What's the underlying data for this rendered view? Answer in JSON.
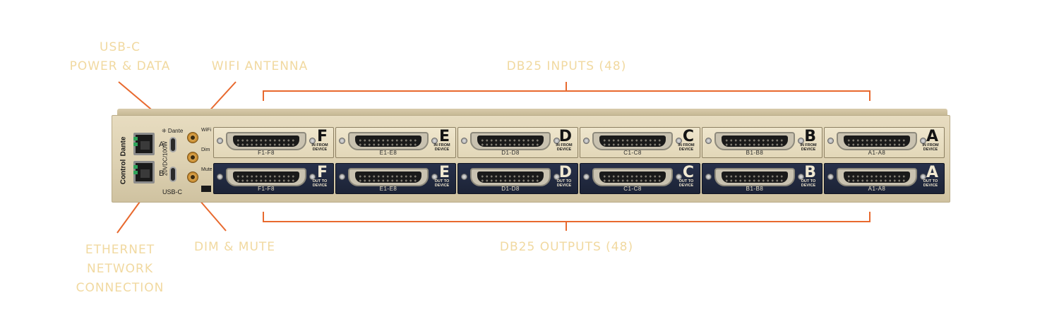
{
  "callouts": {
    "usbc_line1": "USB-C",
    "usbc_line2": "POWER & DATA",
    "wifi": "WIFI ANTENNA",
    "inputs": "DB25 INPUTS (48)",
    "outputs": "DB25 OUTPUTS (48)",
    "dim_mute": "DIM & MUTE",
    "ethernet_line1": "ETHERNET",
    "ethernet_line2": "NETWORK",
    "ethernet_line3": "CONNECTION"
  },
  "panel": {
    "dante_logo": "⁜ Dante",
    "dante_port": "Dante",
    "control_port": "Control",
    "usb_a": "A",
    "usb_b": "B",
    "power_spec": "20VDC/100W",
    "usb_label": "USB-C",
    "wifi_label": "WiFi",
    "dim_label": "Dim",
    "mute_label": "Mute"
  },
  "inputs": [
    {
      "letter": "F",
      "range": "F1-F8",
      "line1": "IN FROM",
      "line2": "DEVICE"
    },
    {
      "letter": "E",
      "range": "E1-E8",
      "line1": "IN FROM",
      "line2": "DEVICE"
    },
    {
      "letter": "D",
      "range": "D1-D8",
      "line1": "IN FROM",
      "line2": "DEVICE"
    },
    {
      "letter": "C",
      "range": "C1-C8",
      "line1": "IN FROM",
      "line2": "DEVICE"
    },
    {
      "letter": "B",
      "range": "B1-B8",
      "line1": "IN FROM",
      "line2": "DEVICE"
    },
    {
      "letter": "A",
      "range": "A1-A8",
      "line1": "IN FROM",
      "line2": "DEVICE"
    }
  ],
  "outputs": [
    {
      "letter": "F",
      "range": "F1-F8",
      "line1": "OUT TO",
      "line2": "DEVICE"
    },
    {
      "letter": "E",
      "range": "E1-E8",
      "line1": "OUT TO",
      "line2": "DEVICE"
    },
    {
      "letter": "D",
      "range": "D1-D8",
      "line1": "OUT TO",
      "line2": "DEVICE"
    },
    {
      "letter": "C",
      "range": "C1-C8",
      "line1": "OUT TO",
      "line2": "DEVICE"
    },
    {
      "letter": "B",
      "range": "B1-B8",
      "line1": "OUT TO",
      "line2": "DEVICE"
    },
    {
      "letter": "A",
      "range": "A1-A8",
      "line1": "OUT TO",
      "line2": "DEVICE"
    }
  ],
  "colors": {
    "callout_text": "#f1d9a0",
    "callout_line": "#e8692e",
    "chassis": "#e2d7b8",
    "output_band": "#1f2639"
  }
}
